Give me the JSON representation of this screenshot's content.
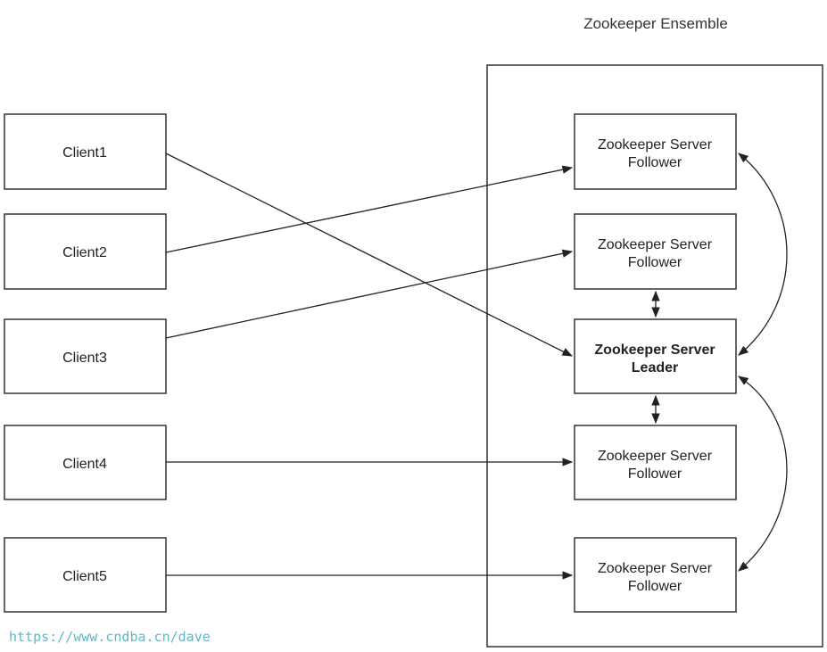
{
  "ensemble": {
    "title": "Zookeeper Ensemble"
  },
  "clients": [
    {
      "label": "Client1"
    },
    {
      "label": "Client2"
    },
    {
      "label": "Client3"
    },
    {
      "label": "Client4"
    },
    {
      "label": "Client5"
    }
  ],
  "servers": [
    {
      "line1": "Zookeeper Server",
      "line2": "Follower",
      "role": "follower"
    },
    {
      "line1": "Zookeeper Server",
      "line2": "Follower",
      "role": "follower"
    },
    {
      "line1": "Zookeeper Server",
      "line2": "Leader",
      "role": "leader"
    },
    {
      "line1": "Zookeeper Server",
      "line2": "Follower",
      "role": "follower"
    },
    {
      "line1": "Zookeeper Server",
      "line2": "Follower",
      "role": "follower"
    }
  ],
  "connections": [
    {
      "client": "Client1",
      "server_index": 2
    },
    {
      "client": "Client2",
      "server_index": 0
    },
    {
      "client": "Client3",
      "server_index": 1
    },
    {
      "client": "Client4",
      "server_index": 3
    },
    {
      "client": "Client5",
      "server_index": 4
    }
  ],
  "watermark": "https://www.cndba.cn/dave"
}
